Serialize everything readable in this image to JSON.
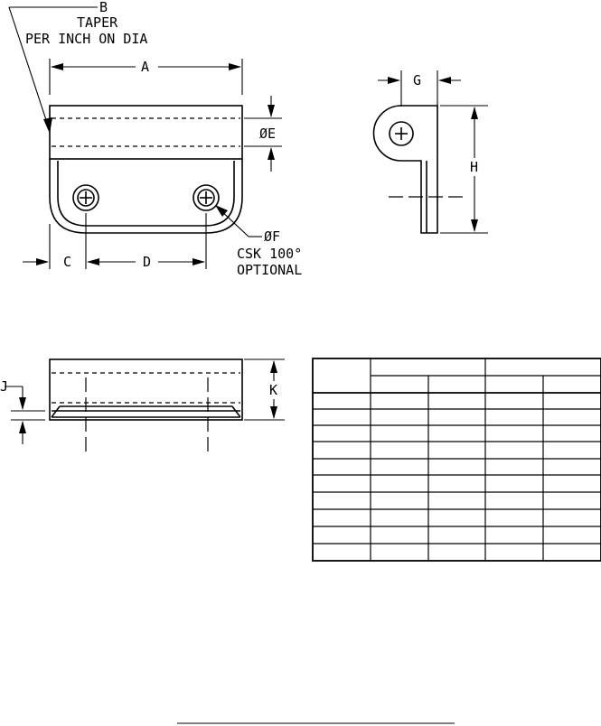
{
  "labels": {
    "b": "B",
    "taper_line1": "TAPER",
    "taper_line2": "PER INCH ON DIA",
    "a": "A",
    "e": "ØE",
    "g": "G",
    "h": "H",
    "f": "ØF",
    "csk": "CSK 100°",
    "optional": "OPTIONAL",
    "c": "C",
    "d": "D",
    "j": "J",
    "k": "K"
  },
  "table": {
    "rows": 11,
    "columns": 5,
    "note": "empty dimension table"
  }
}
